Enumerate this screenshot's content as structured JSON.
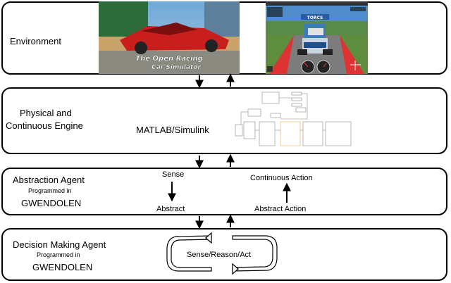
{
  "layers": {
    "environment": {
      "title": "Environment"
    },
    "physical": {
      "title_line1": "Physical and",
      "title_line2": "Continuous Engine",
      "tool_label": "MATLAB/Simulink"
    },
    "abstraction": {
      "title": "Abstraction Agent",
      "sub": "Programmed in",
      "lang": "GWENDOLEN",
      "sense": "Sense",
      "abstract": "Abstract",
      "continuous_action": "Continuous Action",
      "abstract_action": "Abstract Action"
    },
    "decision": {
      "title": "Decision Making Agent",
      "sub": "Programmed in",
      "lang": "GWENDOLEN",
      "cycle": "Sense/Reason/Act"
    }
  },
  "images": {
    "torcs_logo_line1": "The Open Racing",
    "torcs_logo_line2": "Car Simulator",
    "game_banner": "TORCS"
  },
  "colors": {
    "line": "#000000",
    "background": "#ffffff"
  }
}
